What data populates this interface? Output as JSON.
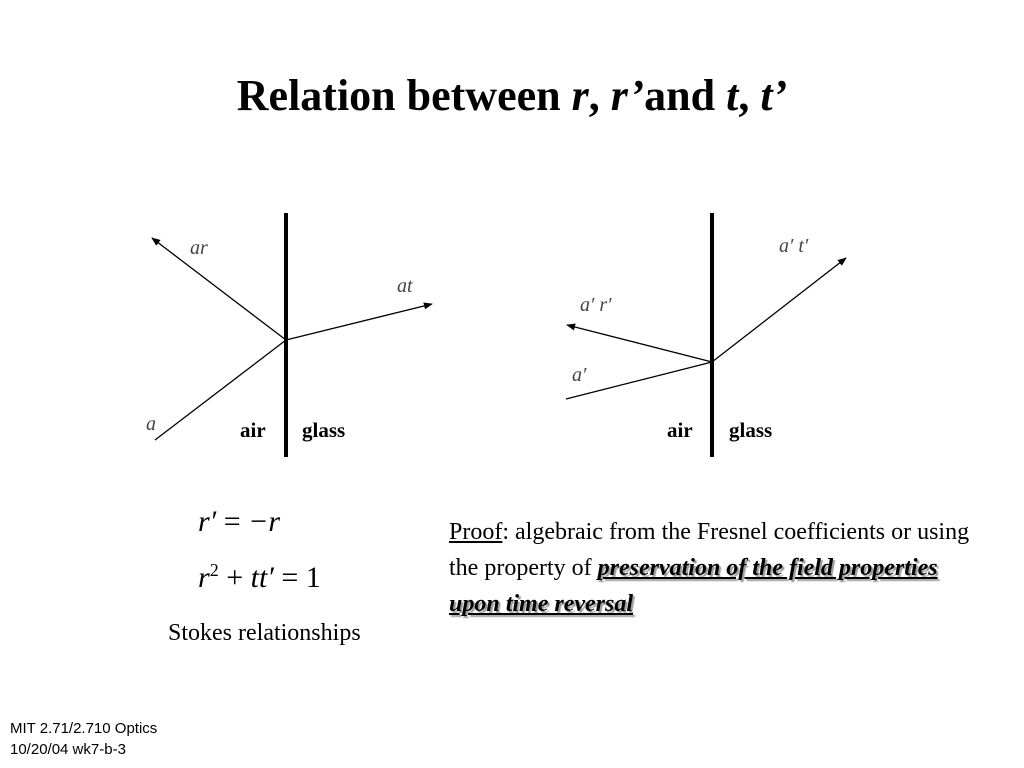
{
  "title": {
    "prefix": "Relation between ",
    "r": "r",
    "comma1": ", ",
    "r_prime": "r’",
    "and": "and ",
    "t": "t",
    "comma2": ", ",
    "t_prime": "t’"
  },
  "left_diagram": {
    "labels": {
      "ar": "ar",
      "at": "at",
      "a": "a"
    },
    "media": {
      "left": "air",
      "right": "glass"
    }
  },
  "right_diagram": {
    "labels": {
      "atp": "a′ t′",
      "arp": "a′ r′",
      "ap": "a′"
    },
    "media": {
      "left": "air",
      "right": "glass"
    }
  },
  "equations": {
    "eq1": {
      "lhs": "r′",
      "eq": " = ",
      "rhs": "−r"
    },
    "eq2": {
      "a": "r",
      "sup": "2",
      "plus": " + ",
      "b": "tt′",
      "eq": " = ",
      "c": "1"
    }
  },
  "caption": "Stokes relationships",
  "proof": {
    "word": "Proof",
    "text": ": algebraic from the Fresnel coefficients or using the property of ",
    "emphasis": "preservation of the field properties upon time reversal"
  },
  "footer": {
    "line1": "MIT 2.71/2.710 Optics",
    "line2": "10/20/04 wk7-b-3"
  },
  "colors": {
    "ink": "#000000",
    "label_gray": "#444444",
    "shadow": "#9a9a9a"
  }
}
